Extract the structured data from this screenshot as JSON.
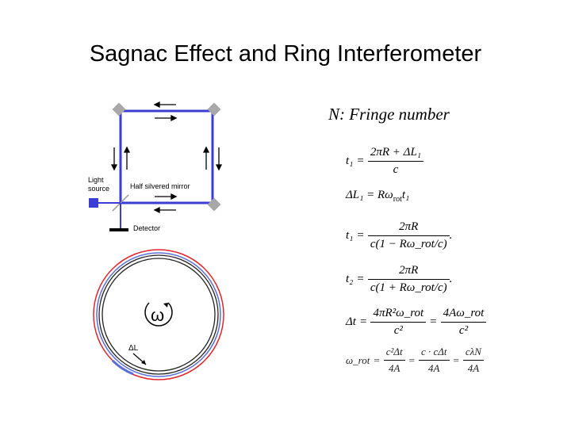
{
  "title": "Sagnac Effect and Ring Interferometer",
  "fringe_label": "N: Fringe number",
  "diagram": {
    "light_source_line1": "Light",
    "light_source_line2": "source",
    "mirror_label": "Half silvered mirror",
    "detector_label": "Detector",
    "omega_symbol": "ω",
    "delta_l_label": "ΔL",
    "colors": {
      "mirror_path": "#3b3bd6",
      "ring_outer": "#e0262b",
      "ring_inner": "#5a6fd8",
      "mirror": "#a8a8a8"
    }
  },
  "equations": {
    "eq1": {
      "lhs": "t₁",
      "num": "2πR + ΔL₁",
      "den": "c"
    },
    "eq2": {
      "text": "ΔL₁ = Rω",
      "sub": "rot",
      "tail": "t₁"
    },
    "eq3": {
      "lhs": "t₁",
      "num": "2πR",
      "den": "c(1 − Rω_rot/c)",
      "tail": "."
    },
    "eq4": {
      "lhs": "t₂",
      "num": "2πR",
      "den": "c(1 + Rω_rot/c)",
      "tail": "."
    },
    "eq5": {
      "lhs": "Δt",
      "num1": "4πR²ω_rot",
      "den1": "c²",
      "num2": "4Aω_rot",
      "den2": "c²"
    },
    "eq6": {
      "lhs": "ω_rot",
      "num1": "c²Δt",
      "den1": "4A",
      "num2": "c · cΔt",
      "den2": "4A",
      "num3": "cλN",
      "den3": "4A"
    }
  }
}
